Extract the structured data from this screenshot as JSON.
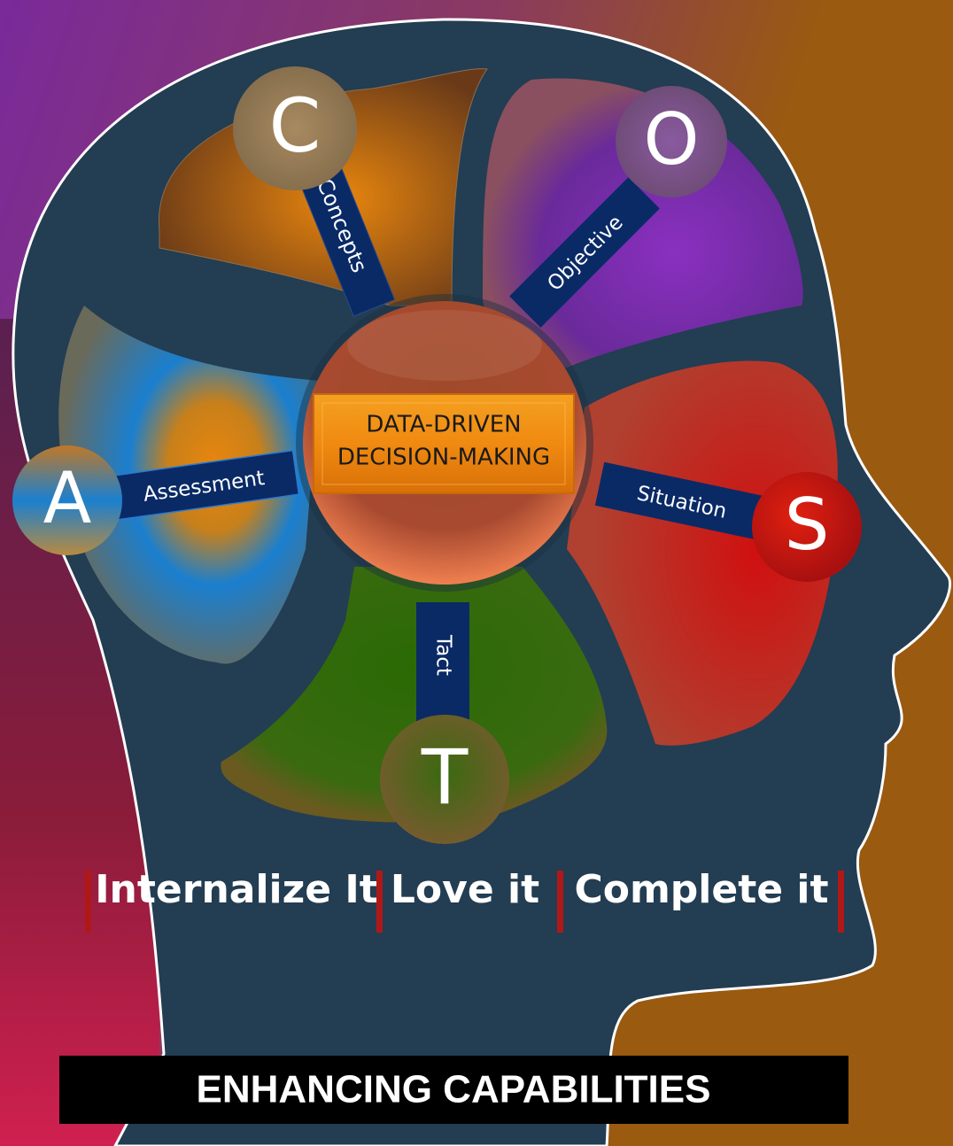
{
  "center": {
    "line1": "DATA-DRIVEN",
    "line2": "DECISION-MAKING"
  },
  "lobes": [
    {
      "letter": "C",
      "label": "Concepts"
    },
    {
      "letter": "O",
      "label": "Objective"
    },
    {
      "letter": "A",
      "label": "Assessment"
    },
    {
      "letter": "S",
      "label": "Situation"
    },
    {
      "letter": "T",
      "label": "Tact"
    }
  ],
  "tagline": [
    "Internalize It",
    "Love it",
    "Complete it"
  ],
  "banner": "ENHANCING CAPABILITIES",
  "colors": {
    "head": "#233d52",
    "concepts": "#b8620e",
    "objective": "#7a35a8",
    "assessment": "#1a7fcf",
    "situation": "#c8221a",
    "tact": "#3a6a10",
    "separator": "#b01818",
    "banner_bg": "#000000"
  }
}
